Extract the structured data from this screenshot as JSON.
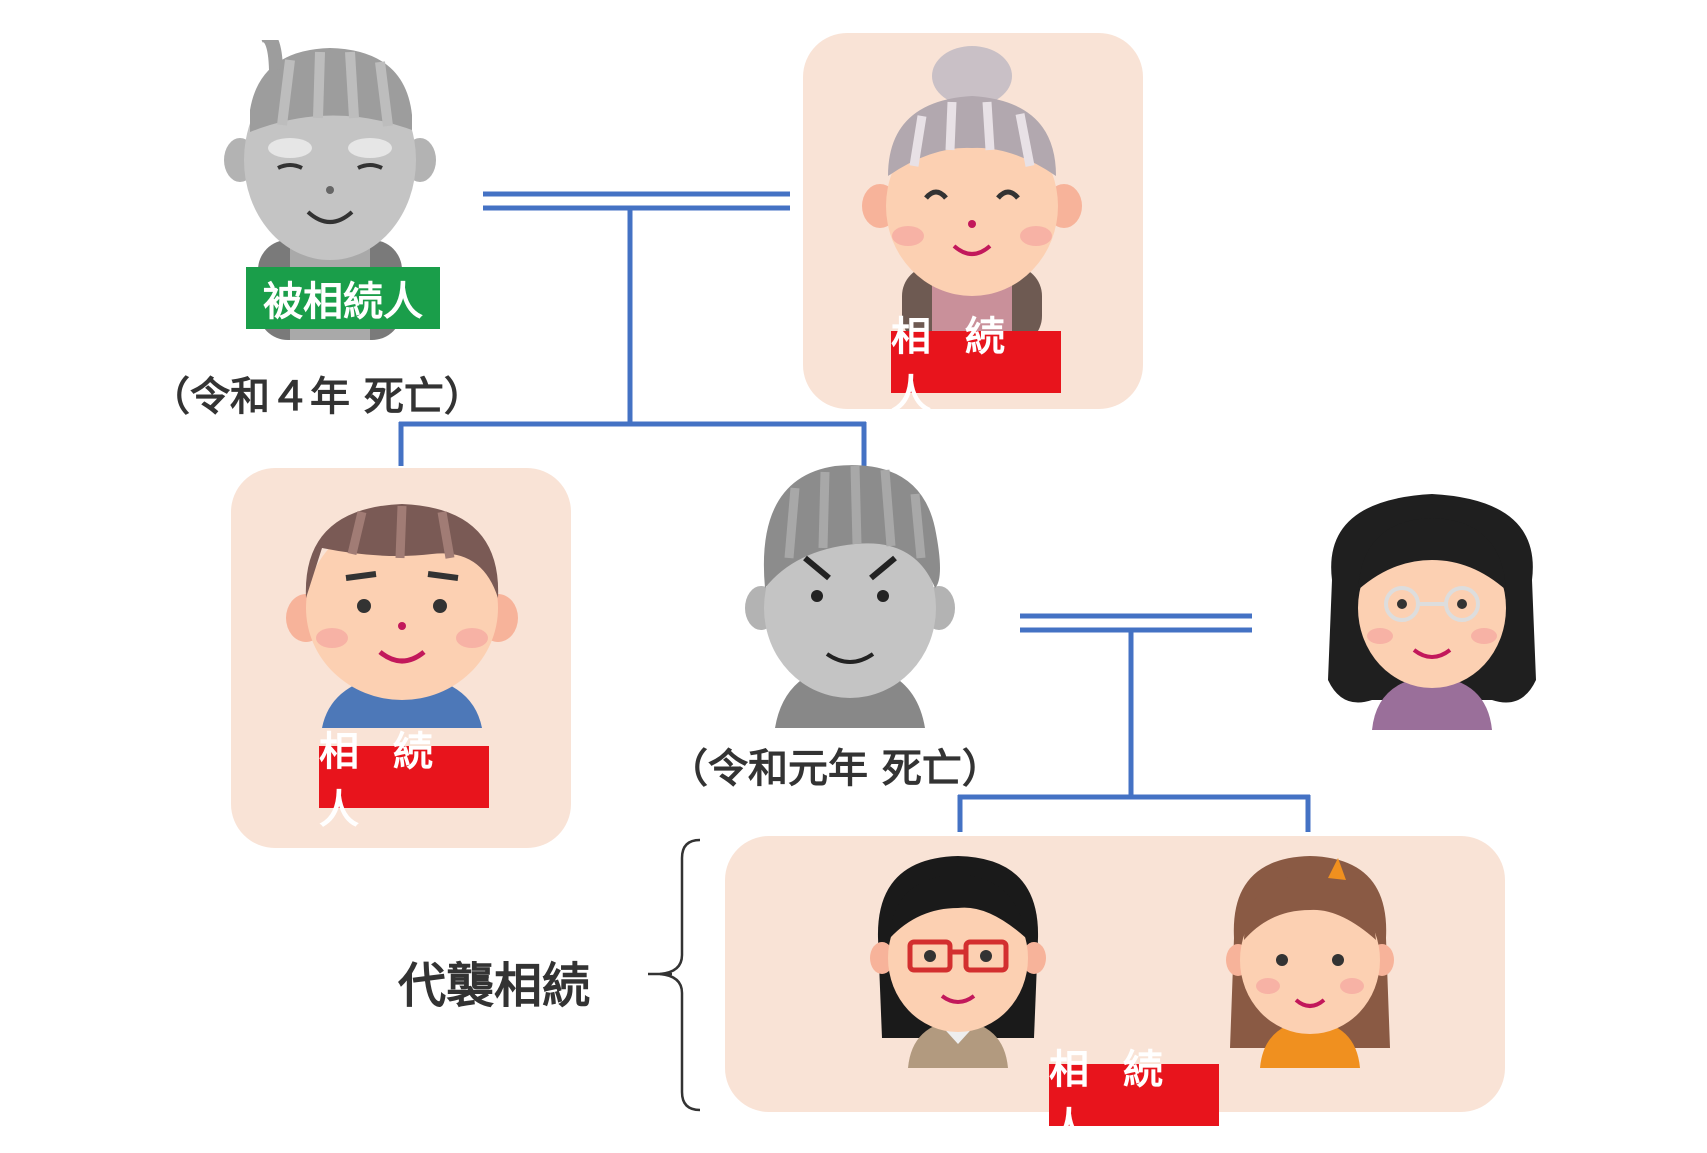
{
  "labels": {
    "decedent": "被相続人",
    "heir_wife": "相 続 人",
    "heir_son": "相 続 人",
    "heir_grandchildren": "相 続 人",
    "death_decedent": "（令和４年 死亡）",
    "death_son": "（令和元年 死亡）",
    "representation": "代襲相続"
  },
  "colors": {
    "line": "#4472c4",
    "heir_box": "#f9e3d6",
    "heir_tag": "#e8141c",
    "decedent_tag": "#1a9e4a"
  },
  "people": [
    {
      "id": "grandfather",
      "icon": "elderly-man-gray-icon"
    },
    {
      "id": "grandmother",
      "icon": "elderly-woman-icon"
    },
    {
      "id": "eldest-son",
      "icon": "middle-aged-man-icon"
    },
    {
      "id": "second-son",
      "icon": "middle-aged-man-gray-icon"
    },
    {
      "id": "daughter-in-law",
      "icon": "middle-aged-woman-icon"
    },
    {
      "id": "grandchild-1",
      "icon": "young-woman-glasses-icon"
    },
    {
      "id": "grandchild-2",
      "icon": "young-woman-icon"
    }
  ]
}
